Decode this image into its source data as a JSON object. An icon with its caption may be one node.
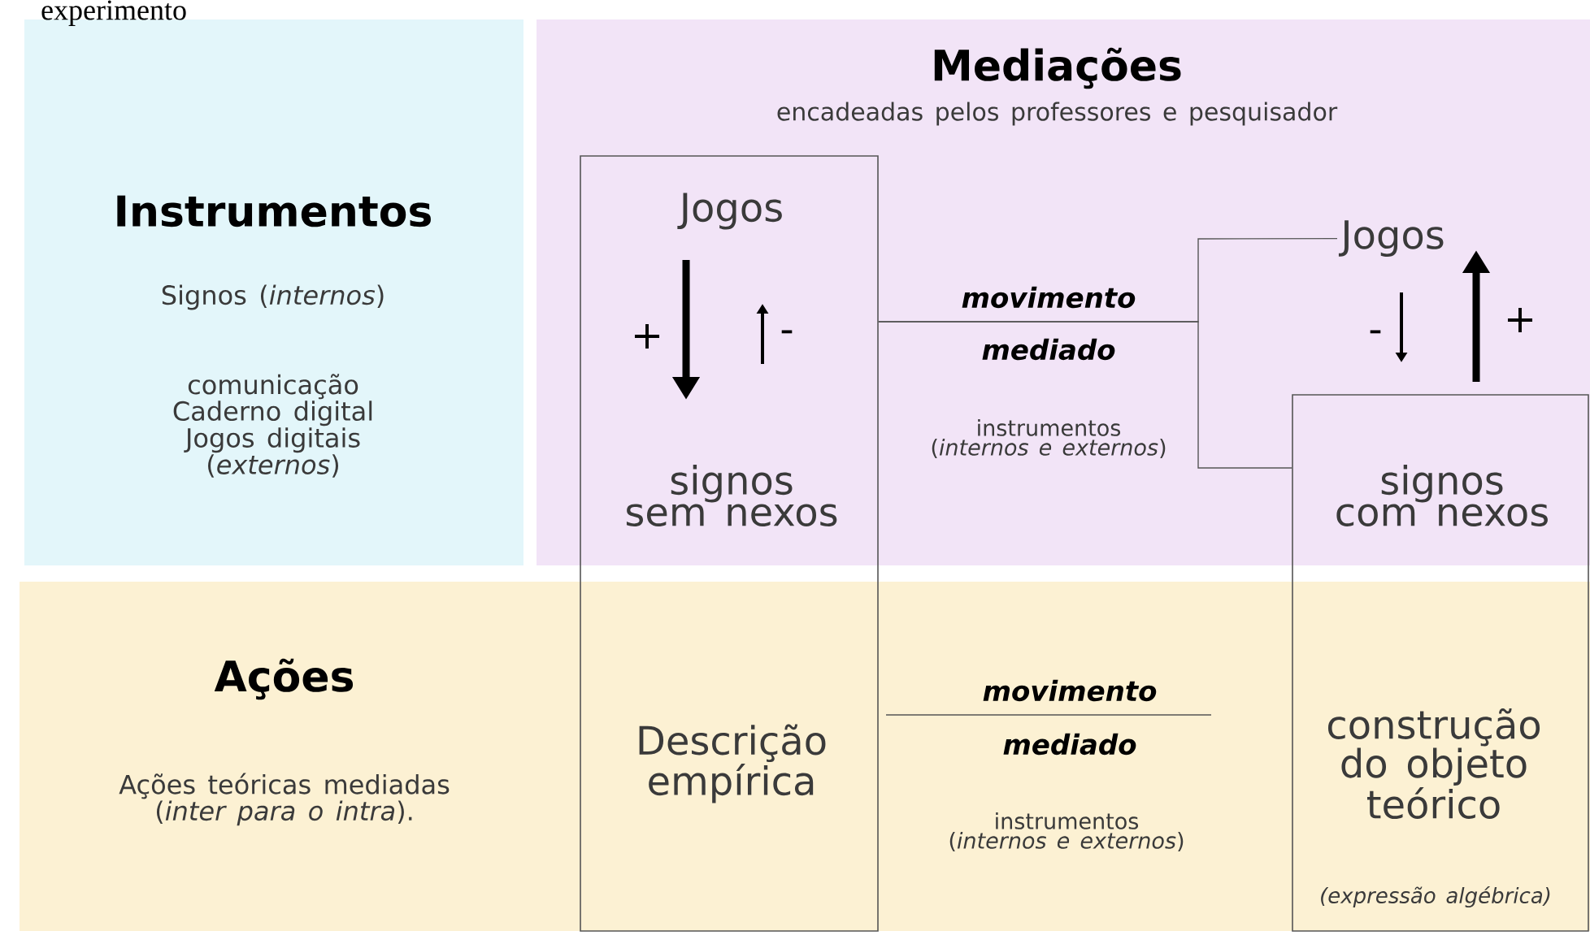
{
  "diagram": {
    "nodes": [
      {
        "text": [
          "Instrumentos",
          "Signos (*internos*)",
          "comunicação Caderno digital Jogos digitais (*externos*)"
        ]
      },
      {
        "text": [
          "Mediações",
          "encadeadas pelos professores e pesquisador"
        ]
      },
      {
        "text": [
          "Ações",
          "Ações teóricas mediadas (*inter para o intra*)."
        ]
      },
      {
        "text": [
          "Jogos",
          "signos sem nexos",
          "Descrição empírica"
        ]
      },
      {
        "text": [
          "signos com nexos",
          "construção do objeto teórico",
          "(expressão algébrica)"
        ]
      },
      {
        "text": [
          "Jogos"
        ],
        "in": 1
      }
    ],
    "edges": [
      {
        "from": 3,
        "to": 5,
        "arrow": "none"
      },
      {
        "from": 3,
        "to": 4,
        "arrow": "none"
      }
    ],
    "labels": [
      "experimento",
      "+",
      "-",
      "movimento",
      "mediado",
      "-",
      "+",
      "instrumentos (*internos e externos*)",
      "movimento",
      "mediado",
      "instrumentos (*internos e externos*)"
    ]
  }
}
